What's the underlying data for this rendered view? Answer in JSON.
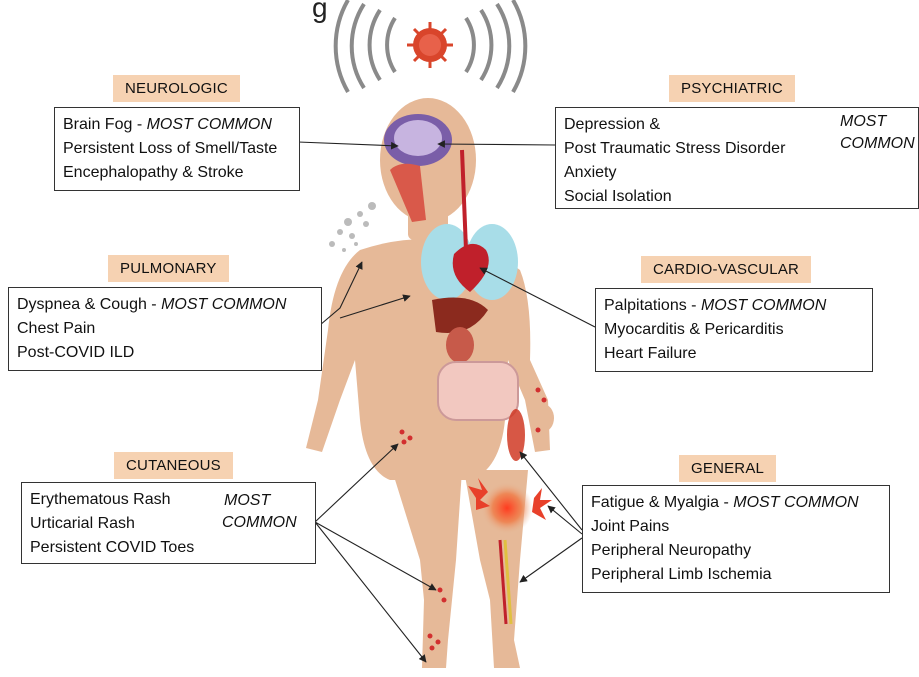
{
  "header_fragment": "g",
  "categories": {
    "neurologic": {
      "title": "NEUROLOGIC",
      "lines": [
        {
          "text": "Brain Fog - ",
          "emph": "MOST COMMON"
        },
        {
          "text": "Persistent Loss of Smell/Taste",
          "emph": ""
        },
        {
          "text": "Encephalopathy & Stroke",
          "emph": ""
        }
      ]
    },
    "psychiatric": {
      "title": "PSYCHIATRIC",
      "lines": [
        {
          "text": "Depression &",
          "emph": ""
        },
        {
          "text": "Post Traumatic Stress Disorder",
          "emph": ""
        },
        {
          "text": "Anxiety",
          "emph": ""
        },
        {
          "text": "Social Isolation",
          "emph": ""
        }
      ],
      "brace_note": [
        "MOST",
        "COMMON"
      ]
    },
    "pulmonary": {
      "title": "PULMONARY",
      "lines": [
        {
          "text": "Dyspnea & Cough - ",
          "emph": "MOST COMMON"
        },
        {
          "text": "Chest Pain",
          "emph": ""
        },
        {
          "text": "Post-COVID ILD",
          "emph": ""
        }
      ]
    },
    "cardiovascular": {
      "title": "CARDIO-VASCULAR",
      "lines": [
        {
          "text": "Palpitations - ",
          "emph": "MOST COMMON"
        },
        {
          "text": "Myocarditis & Pericarditis",
          "emph": ""
        },
        {
          "text": "Heart Failure",
          "emph": ""
        }
      ]
    },
    "cutaneous": {
      "title": "CUTANEOUS",
      "lines": [
        {
          "text": "Erythematous Rash",
          "emph": ""
        },
        {
          "text": "Urticarial Rash",
          "emph": ""
        },
        {
          "text": "Persistent COVID Toes",
          "emph": ""
        }
      ],
      "brace_note": [
        "MOST",
        "COMMON"
      ]
    },
    "general": {
      "title": "GENERAL",
      "lines": [
        {
          "text": "Fatigue & Myalgia - ",
          "emph": "MOST COMMON"
        },
        {
          "text": "Joint Pains",
          "emph": ""
        },
        {
          "text": "Peripheral Neuropathy",
          "emph": ""
        },
        {
          "text": "Peripheral Limb Ischemia",
          "emph": ""
        }
      ]
    }
  },
  "colors": {
    "category_fill": "#f6d2b2",
    "skin": "#e6b998",
    "virus": "#d9452b",
    "lungs": "#a8dde8",
    "heart": "#c0202b",
    "signal_rings": "#888888"
  },
  "icons": [
    "virus-icon",
    "signal-rings-icon",
    "human-body-figure"
  ]
}
